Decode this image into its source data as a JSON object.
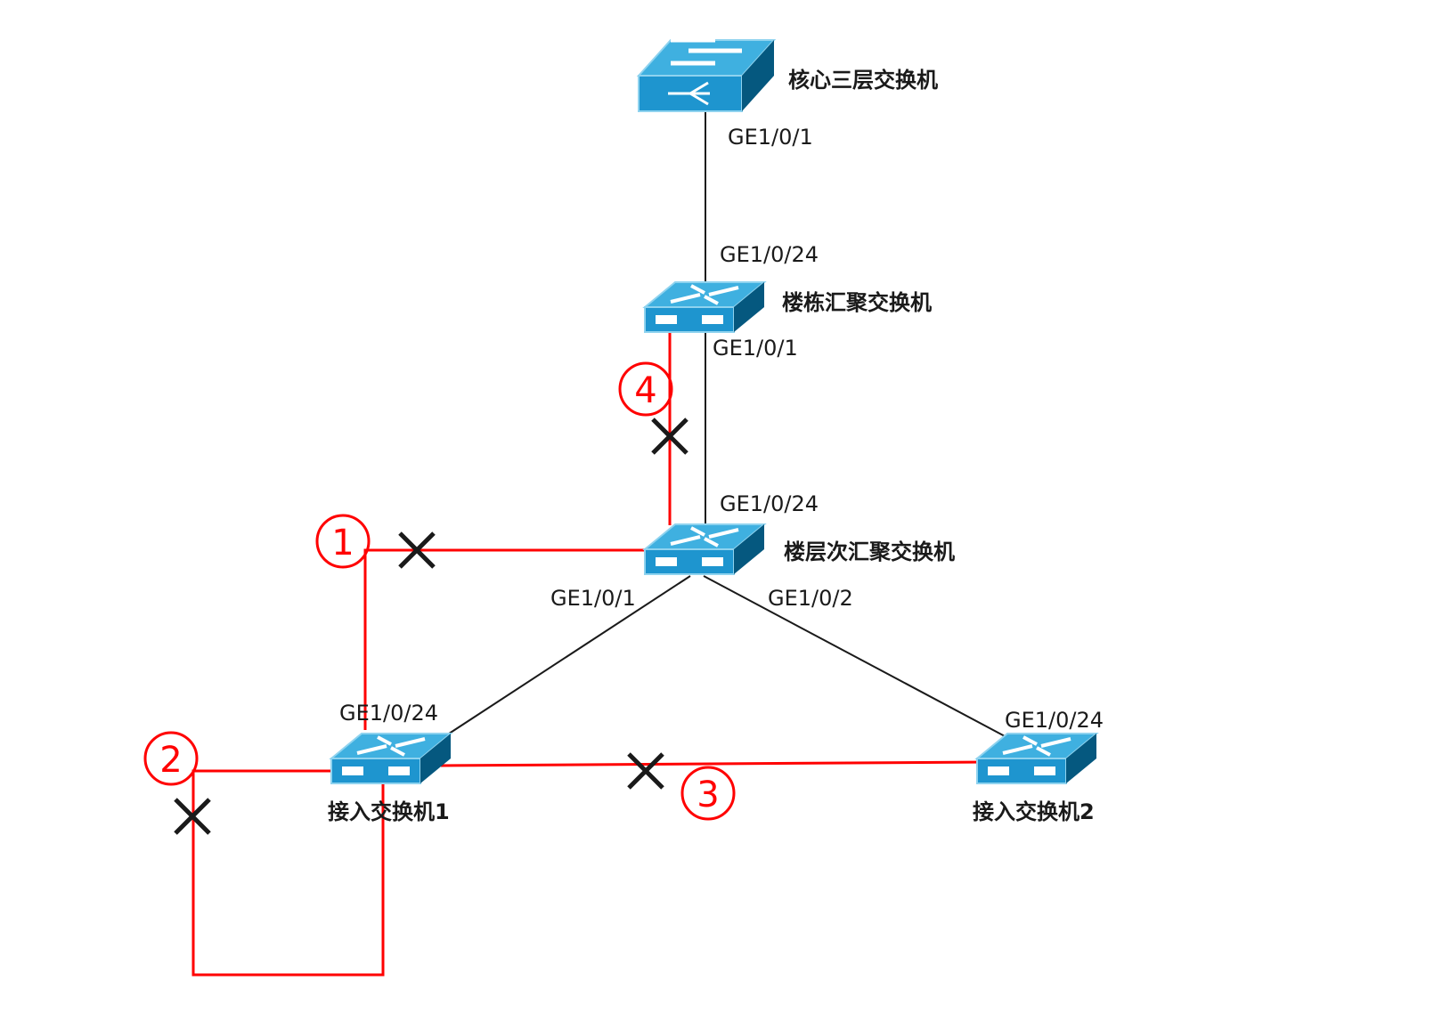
{
  "colors": {
    "link": "#1a1a1a",
    "path": "#ff0000",
    "switch_front": "#1e95cf",
    "switch_top": "#3fb0e0",
    "switch_side": "#05587f",
    "block_mark": "#1a1a1a"
  },
  "devices": [
    {
      "id": "core",
      "name": "核心三层交换机",
      "icon": "layer3-switch-icon"
    },
    {
      "id": "building",
      "name": "楼栋汇聚交换机",
      "icon": "switch-icon"
    },
    {
      "id": "floor",
      "name": "楼层次汇聚交换机",
      "icon": "switch-icon"
    },
    {
      "id": "access1",
      "name": "接入交换机1",
      "icon": "switch-icon"
    },
    {
      "id": "access2",
      "name": "接入交换机2",
      "icon": "switch-icon"
    }
  ],
  "ports": [
    "GE1/0/1",
    "GE1/0/24",
    "GE1/0/1",
    "GE1/0/24",
    "GE1/0/1",
    "GE1/0/2",
    "GE1/0/24",
    "GE1/0/24"
  ],
  "loops": [
    "1",
    "2",
    "3",
    "4"
  ],
  "block_icon": "cross-icon"
}
